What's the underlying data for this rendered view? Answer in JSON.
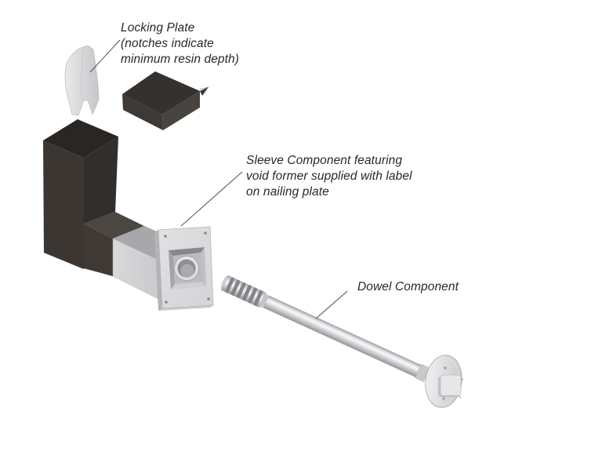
{
  "figure": {
    "type": "exploded-parts-diagram",
    "background": "#ffffff",
    "parts": [
      {
        "id": "locking-plate",
        "label_lines": [
          "Locking Plate",
          "(notches indicate",
          "minimum resin depth)"
        ]
      },
      {
        "id": "sleeve-component",
        "label_lines": [
          "Sleeve Component featuring",
          "void former supplied with label",
          "on nailing plate"
        ]
      },
      {
        "id": "dowel-component",
        "label_lines": [
          "Dowel Component"
        ]
      }
    ],
    "icons": [
      "locking-plate-icon",
      "end-cap-icon",
      "sleeve-housing-icon",
      "void-former-tube-icon",
      "nailing-plate-icon",
      "dowel-icon"
    ],
    "colors": {
      "housing_black": "#36312d",
      "metal_light": "#d6d6d8",
      "metal_mid": "#a6a6a9",
      "label_text": "#2b2728",
      "leader_line": "#55504f"
    }
  }
}
